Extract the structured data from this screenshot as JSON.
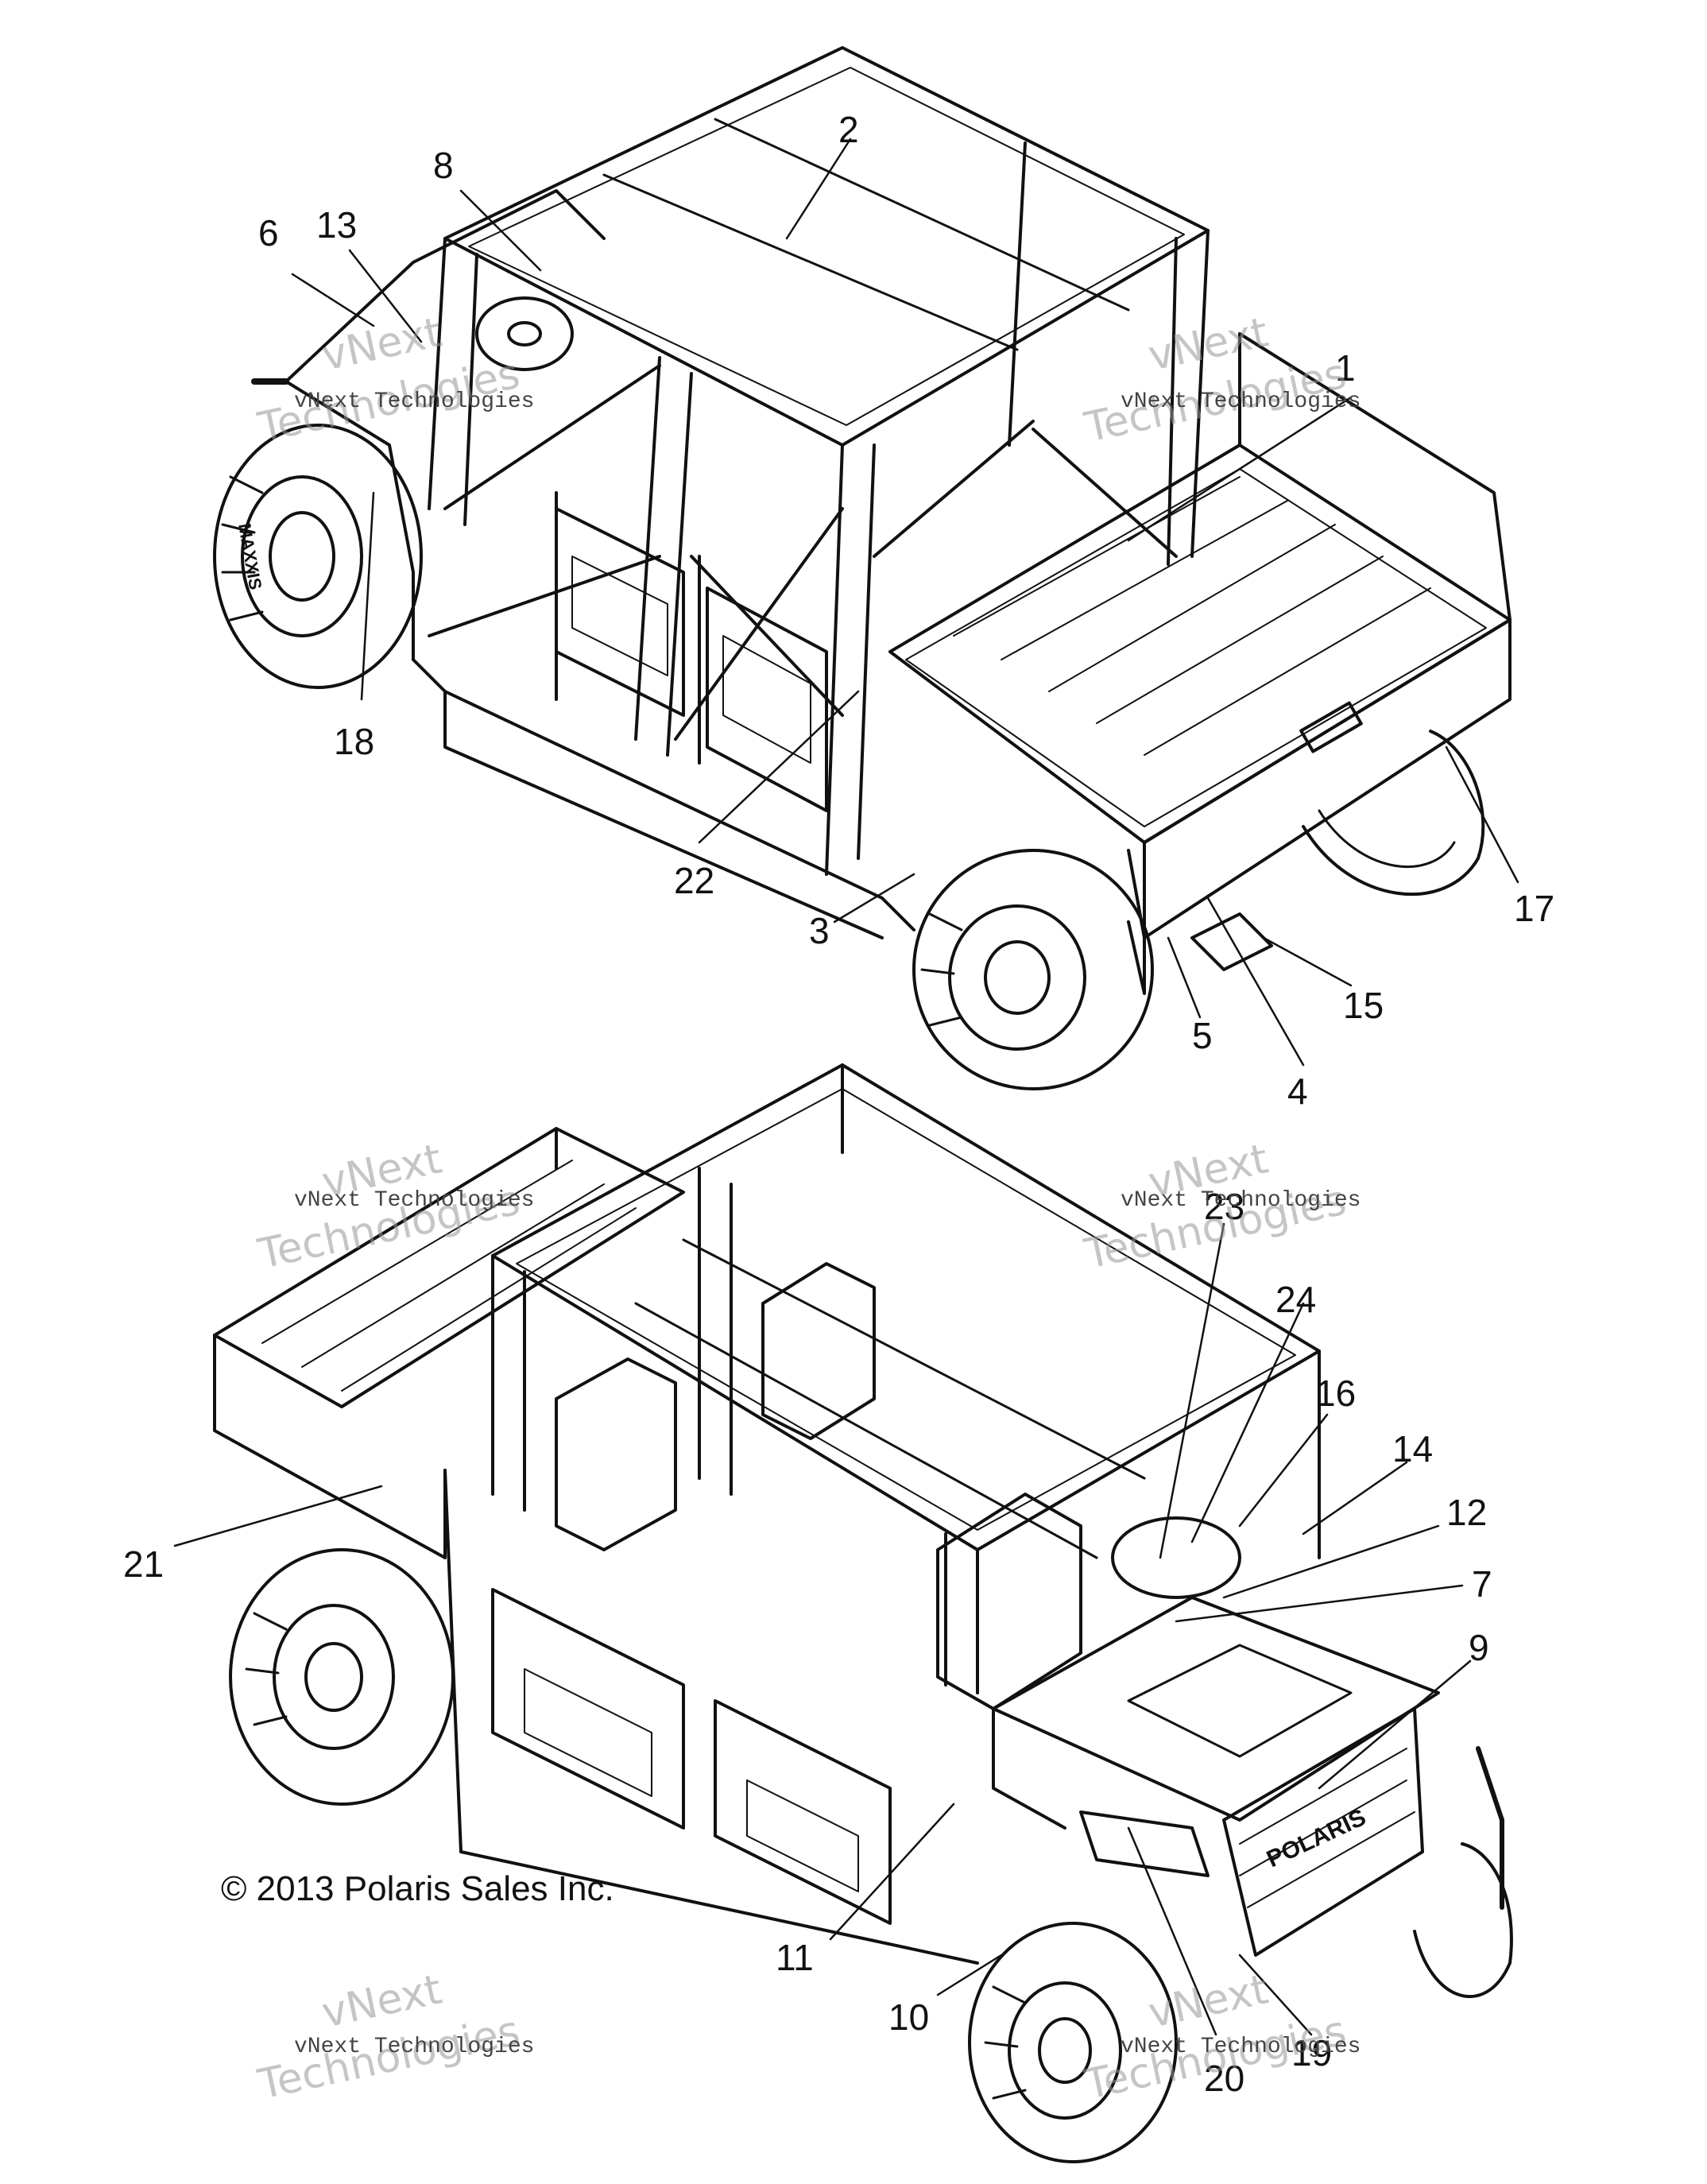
{
  "copyright": "© 2013 Polaris Sales Inc.",
  "watermark": {
    "line1": "vNext",
    "line2": "Technologies",
    "caption": "vNext Technologies"
  },
  "brand_text": {
    "grille": "POLARIS",
    "tire": "MAXXIS"
  },
  "callouts": {
    "c1": "1",
    "c2": "2",
    "c3": "3",
    "c4": "4",
    "c5": "5",
    "c6": "6",
    "c7": "7",
    "c8": "8",
    "c9": "9",
    "c10": "10",
    "c11": "11",
    "c12": "12",
    "c13": "13",
    "c14": "14",
    "c15": "15",
    "c16": "16",
    "c17": "17",
    "c18": "18",
    "c19": "19",
    "c20": "20",
    "c21": "21",
    "c22": "22",
    "c23": "23",
    "c24": "24"
  },
  "colors": {
    "line": "#111111",
    "watermark": "#9a9a9a"
  }
}
